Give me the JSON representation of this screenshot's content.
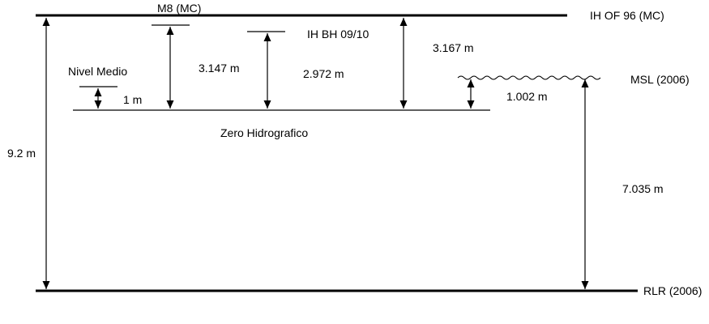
{
  "labels": {
    "m8": "M8 (MC)",
    "ih_of_96": "IH OF 96 (MC)",
    "ih_bh": "IH BH 09/10",
    "nivel_medio": "Nivel Medio",
    "msl": "MSL (2006)",
    "zero_hidrografico": "Zero Hidrografico",
    "rlr": "RLR (2006)"
  },
  "measurements": {
    "total": "9.2 m",
    "m8_height": "3.147 m",
    "ih_bh_height": "2.972 m",
    "ih_of_96_height": "3.167 m",
    "nivel_medio_height": "1 m",
    "msl_height": "1.002 m",
    "msl_to_rlr": "7.035 m"
  },
  "colors": {
    "line": "#000000",
    "text": "#000000",
    "background": "#ffffff"
  }
}
